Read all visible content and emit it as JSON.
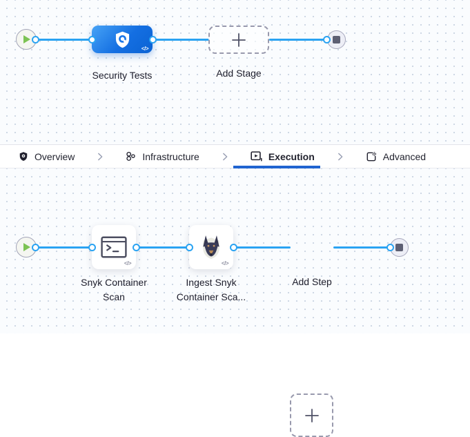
{
  "stage_canvas": {
    "stage": {
      "label": "Security Tests"
    },
    "add_stage": {
      "label": "Add Stage"
    },
    "code_badge": "</>"
  },
  "tab_bar": {
    "tabs": [
      {
        "label": "Overview",
        "icon": "shield-icon",
        "selected": false
      },
      {
        "label": "Infrastructure",
        "icon": "infrastructure-icon",
        "selected": false
      },
      {
        "label": "Execution",
        "icon": "execution-icon",
        "selected": true
      },
      {
        "label": "Advanced",
        "icon": "advanced-icon",
        "selected": false
      }
    ]
  },
  "execution_canvas": {
    "steps": [
      {
        "label": "Snyk Container Scan"
      },
      {
        "label": "Ingest Snyk Container Sca..."
      }
    ],
    "add_step": {
      "label": "Add Step"
    },
    "code_badge": "</>"
  },
  "colors": {
    "connector_blue": "#2aa3f2",
    "selected_tab_underline": "#2064d0",
    "stage_blue_start": "#47a3f6",
    "stage_blue_end": "#0b63d4",
    "play_green": "#7cc353",
    "canvas_bg": "#fafcfe",
    "canvas_dot": "#ccd6e2"
  }
}
